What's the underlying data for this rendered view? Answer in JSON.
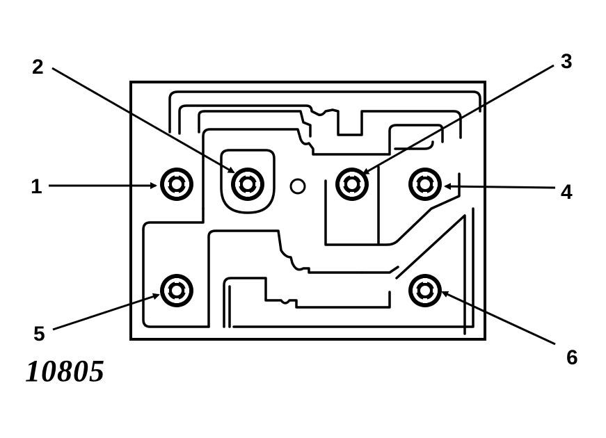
{
  "figure": {
    "number": "10805"
  },
  "callouts": [
    {
      "id": "1",
      "label": "1"
    },
    {
      "id": "2",
      "label": "2"
    },
    {
      "id": "3",
      "label": "3"
    },
    {
      "id": "4",
      "label": "4"
    },
    {
      "id": "5",
      "label": "5"
    },
    {
      "id": "6",
      "label": "6"
    }
  ],
  "colors": {
    "ink": "#000000",
    "background": "#ffffff"
  }
}
